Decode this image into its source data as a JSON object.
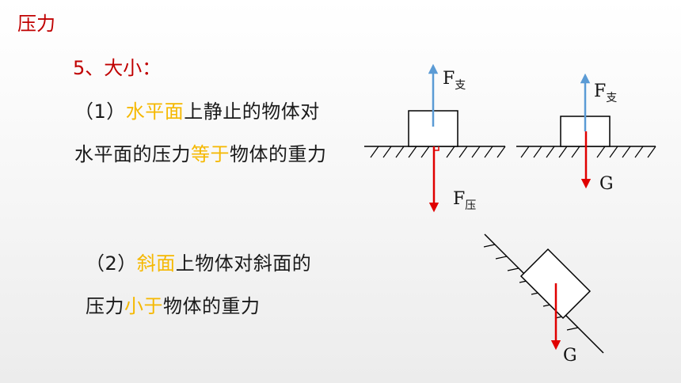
{
  "title": "压力",
  "subtitle": "5、大小：",
  "point1": {
    "prefix": "（1）",
    "highlight1": "水平面",
    "mid": "上静止的物体对水平面的压力",
    "highlight2": "等于",
    "suffix": "物体的重力"
  },
  "point2": {
    "prefix": "（2）",
    "highlight1": "斜面",
    "mid": "上物体对斜面的压力",
    "highlight2": "小于",
    "suffix": "物体的重力"
  },
  "diagram1": {
    "support_force": {
      "main": "F",
      "sub": "支"
    },
    "pressure_force": {
      "main": "F",
      "sub": "压"
    }
  },
  "diagram2": {
    "support_force": {
      "main": "F",
      "sub": "支"
    },
    "gravity": "G"
  },
  "diagram3": {
    "gravity": "G"
  },
  "colors": {
    "title": "#c00000",
    "highlight": "#f5b800",
    "support_arrow": "#5b9bd5",
    "force_arrow": "#e00000"
  }
}
